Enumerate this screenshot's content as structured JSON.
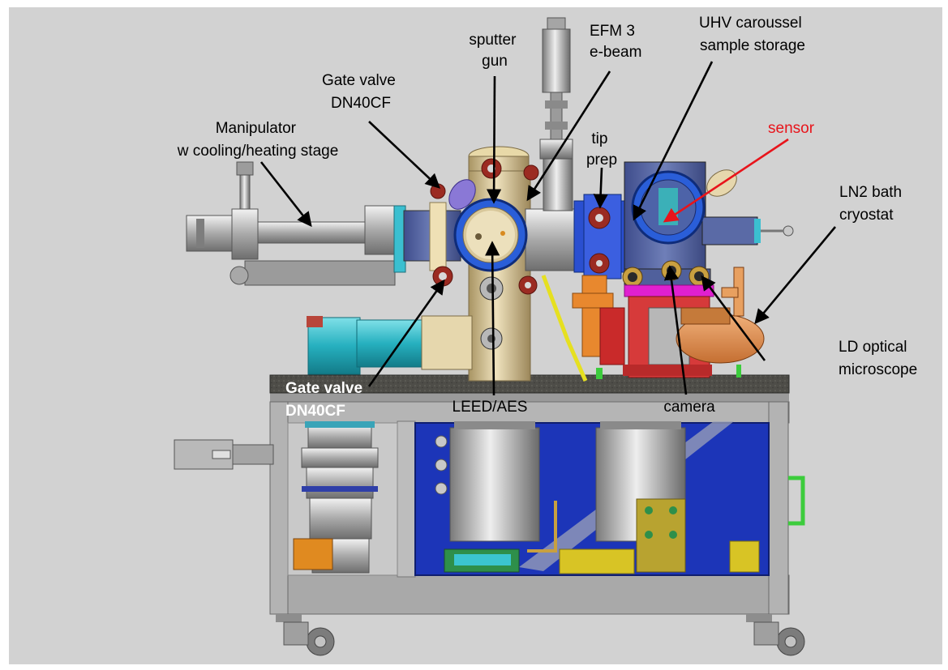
{
  "labels": {
    "sputter_gun": [
      "sputter",
      "gun"
    ],
    "efm3": [
      "EFM 3",
      "e-beam"
    ],
    "uhv_carousel": [
      "UHV caroussel",
      "sample storage"
    ],
    "gate_valve_top": [
      "Gate valve",
      "DN40CF"
    ],
    "manipulator": [
      "Manipulator",
      "w cooling/heating stage"
    ],
    "tip_prep": [
      "tip",
      "prep"
    ],
    "sensor": "sensor",
    "ln2": [
      "LN2 bath",
      "cryostat"
    ],
    "ld_optical": [
      "LD optical",
      "microscope"
    ],
    "gate_valve_bottom": [
      "Gate valve",
      "DN40CF"
    ],
    "leed_aes": "LEED/AES",
    "camera": "camera"
  },
  "colors": {
    "background": "#d2d2d2",
    "label_text": "#000000",
    "sensor_text": "#e8141b",
    "sensor_arrow": "#e8141b",
    "arrow": "#000000",
    "frame_blue": "#1c35b8",
    "flange_blue": "#2a5ed8",
    "chamber_tan": "#d8c79a",
    "teal": "#2cb8c4",
    "gate_valve_red": "#b8453a",
    "table_top": "#4a4a46"
  }
}
